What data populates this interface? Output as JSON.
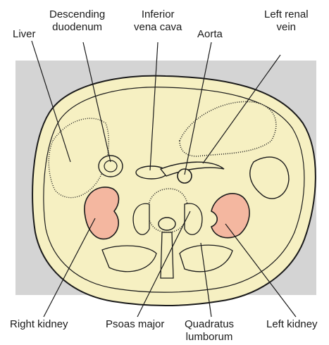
{
  "labels": {
    "liver": "Liver",
    "descending_duodenum_1": "Descending",
    "descending_duodenum_2": "duodenum",
    "inferior_vena_cava_1": "Inferior",
    "inferior_vena_cava_2": "vena cava",
    "aorta": "Aorta",
    "left_renal_vein_1": "Left renal",
    "left_renal_vein_2": "vein",
    "right_kidney": "Right kidney",
    "psoas_major": "Psoas major",
    "quadratus_lumborum_1": "Quadratus",
    "quadratus_lumborum_2": "lumborum",
    "left_kidney": "Left kidney"
  },
  "colors": {
    "background_panel": "#d4d4d4",
    "body_fill": "#f6f0c2",
    "kidney_fill": "#f4b7a0",
    "outline": "#1a1a1a"
  }
}
